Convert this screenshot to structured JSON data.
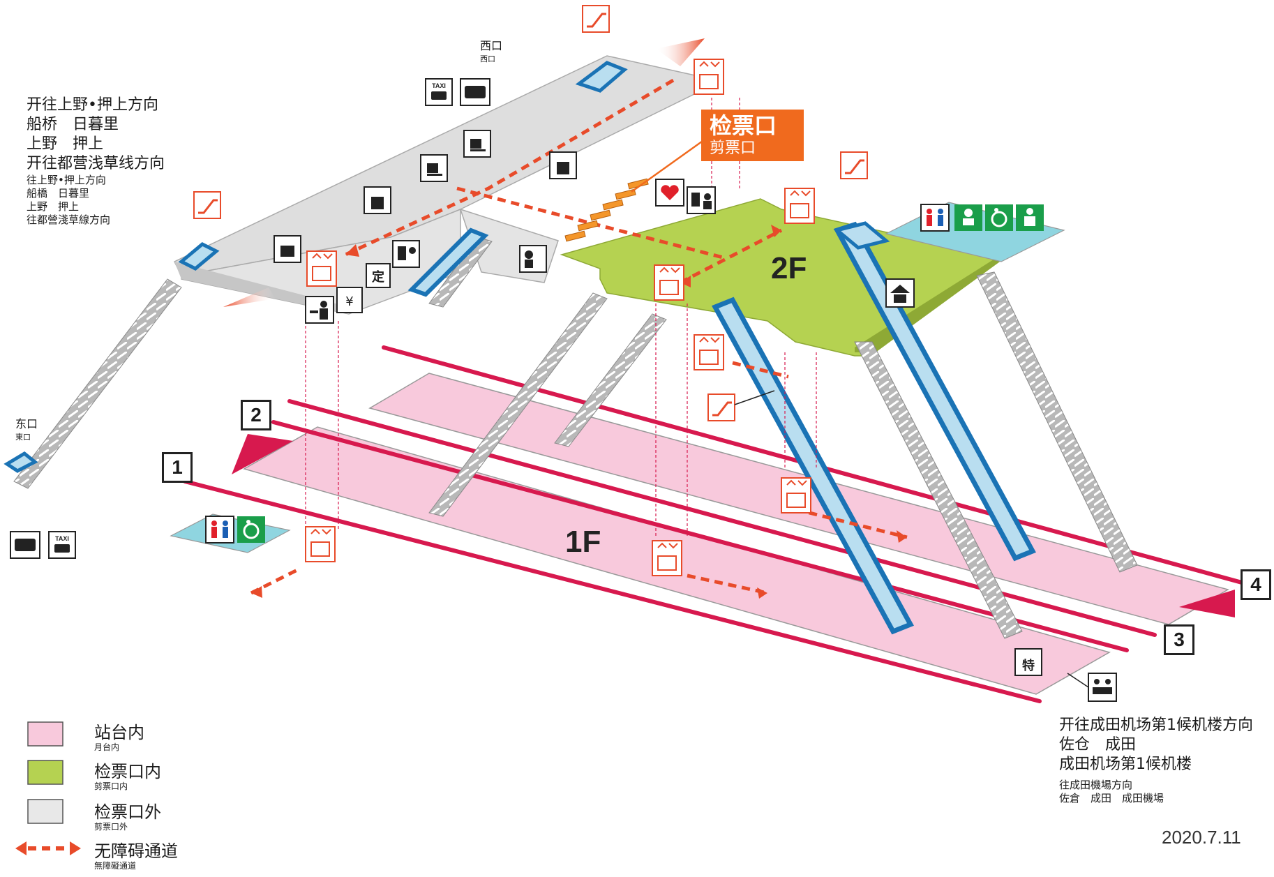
{
  "directions_upper": {
    "big": [
      "开往上野•押上方向",
      "船桥　日暮里",
      "上野　押上",
      "开往都营浅草线方向"
    ],
    "small": [
      "往上野•押上方向",
      "船橋　日暮里",
      "上野　押上",
      "往都營淺草線方向"
    ]
  },
  "directions_lower": {
    "big": [
      "开往成田机场第1候机楼方向",
      "佐仓　成田",
      "成田机场第1候机楼"
    ],
    "small": [
      "往成田機場方向",
      "佐倉　成田　成田機場"
    ]
  },
  "exits": {
    "west": {
      "main": "西口",
      "sub": "西口"
    },
    "east": {
      "main": "东口",
      "sub": "東口"
    }
  },
  "ticket_gate": {
    "main": "检票口",
    "sub": "剪票口"
  },
  "floors": {
    "upper": "2F",
    "lower": "1F"
  },
  "tracks": [
    "1",
    "2",
    "3",
    "4"
  ],
  "signs": {
    "taxi": "TAXI",
    "commuter_pass": "定",
    "limited_express": "特",
    "yen": "¥"
  },
  "legend": [
    {
      "key": "platform",
      "label": "站台内",
      "sub": "月台内",
      "color": "#f8c9dc"
    },
    {
      "key": "inside_gate",
      "label": "检票口内",
      "sub": "剪票口内",
      "color": "#b5d251"
    },
    {
      "key": "outside_gate",
      "label": "检票口外",
      "sub": "剪票口外",
      "color": "#e8e8e8"
    },
    {
      "key": "barrier_free",
      "label": "无障碍通道",
      "sub": "無障礙通道",
      "color": "#e84b2a"
    }
  ],
  "date": "2020.7.11",
  "colors": {
    "track": "#d7194e",
    "platform": "#f8c9dc",
    "inside": "#b5d251",
    "outside": "#dedede",
    "route": "#e84b2a",
    "escalator": "#1a73b5",
    "toilet_area": "#8fd5e0"
  }
}
